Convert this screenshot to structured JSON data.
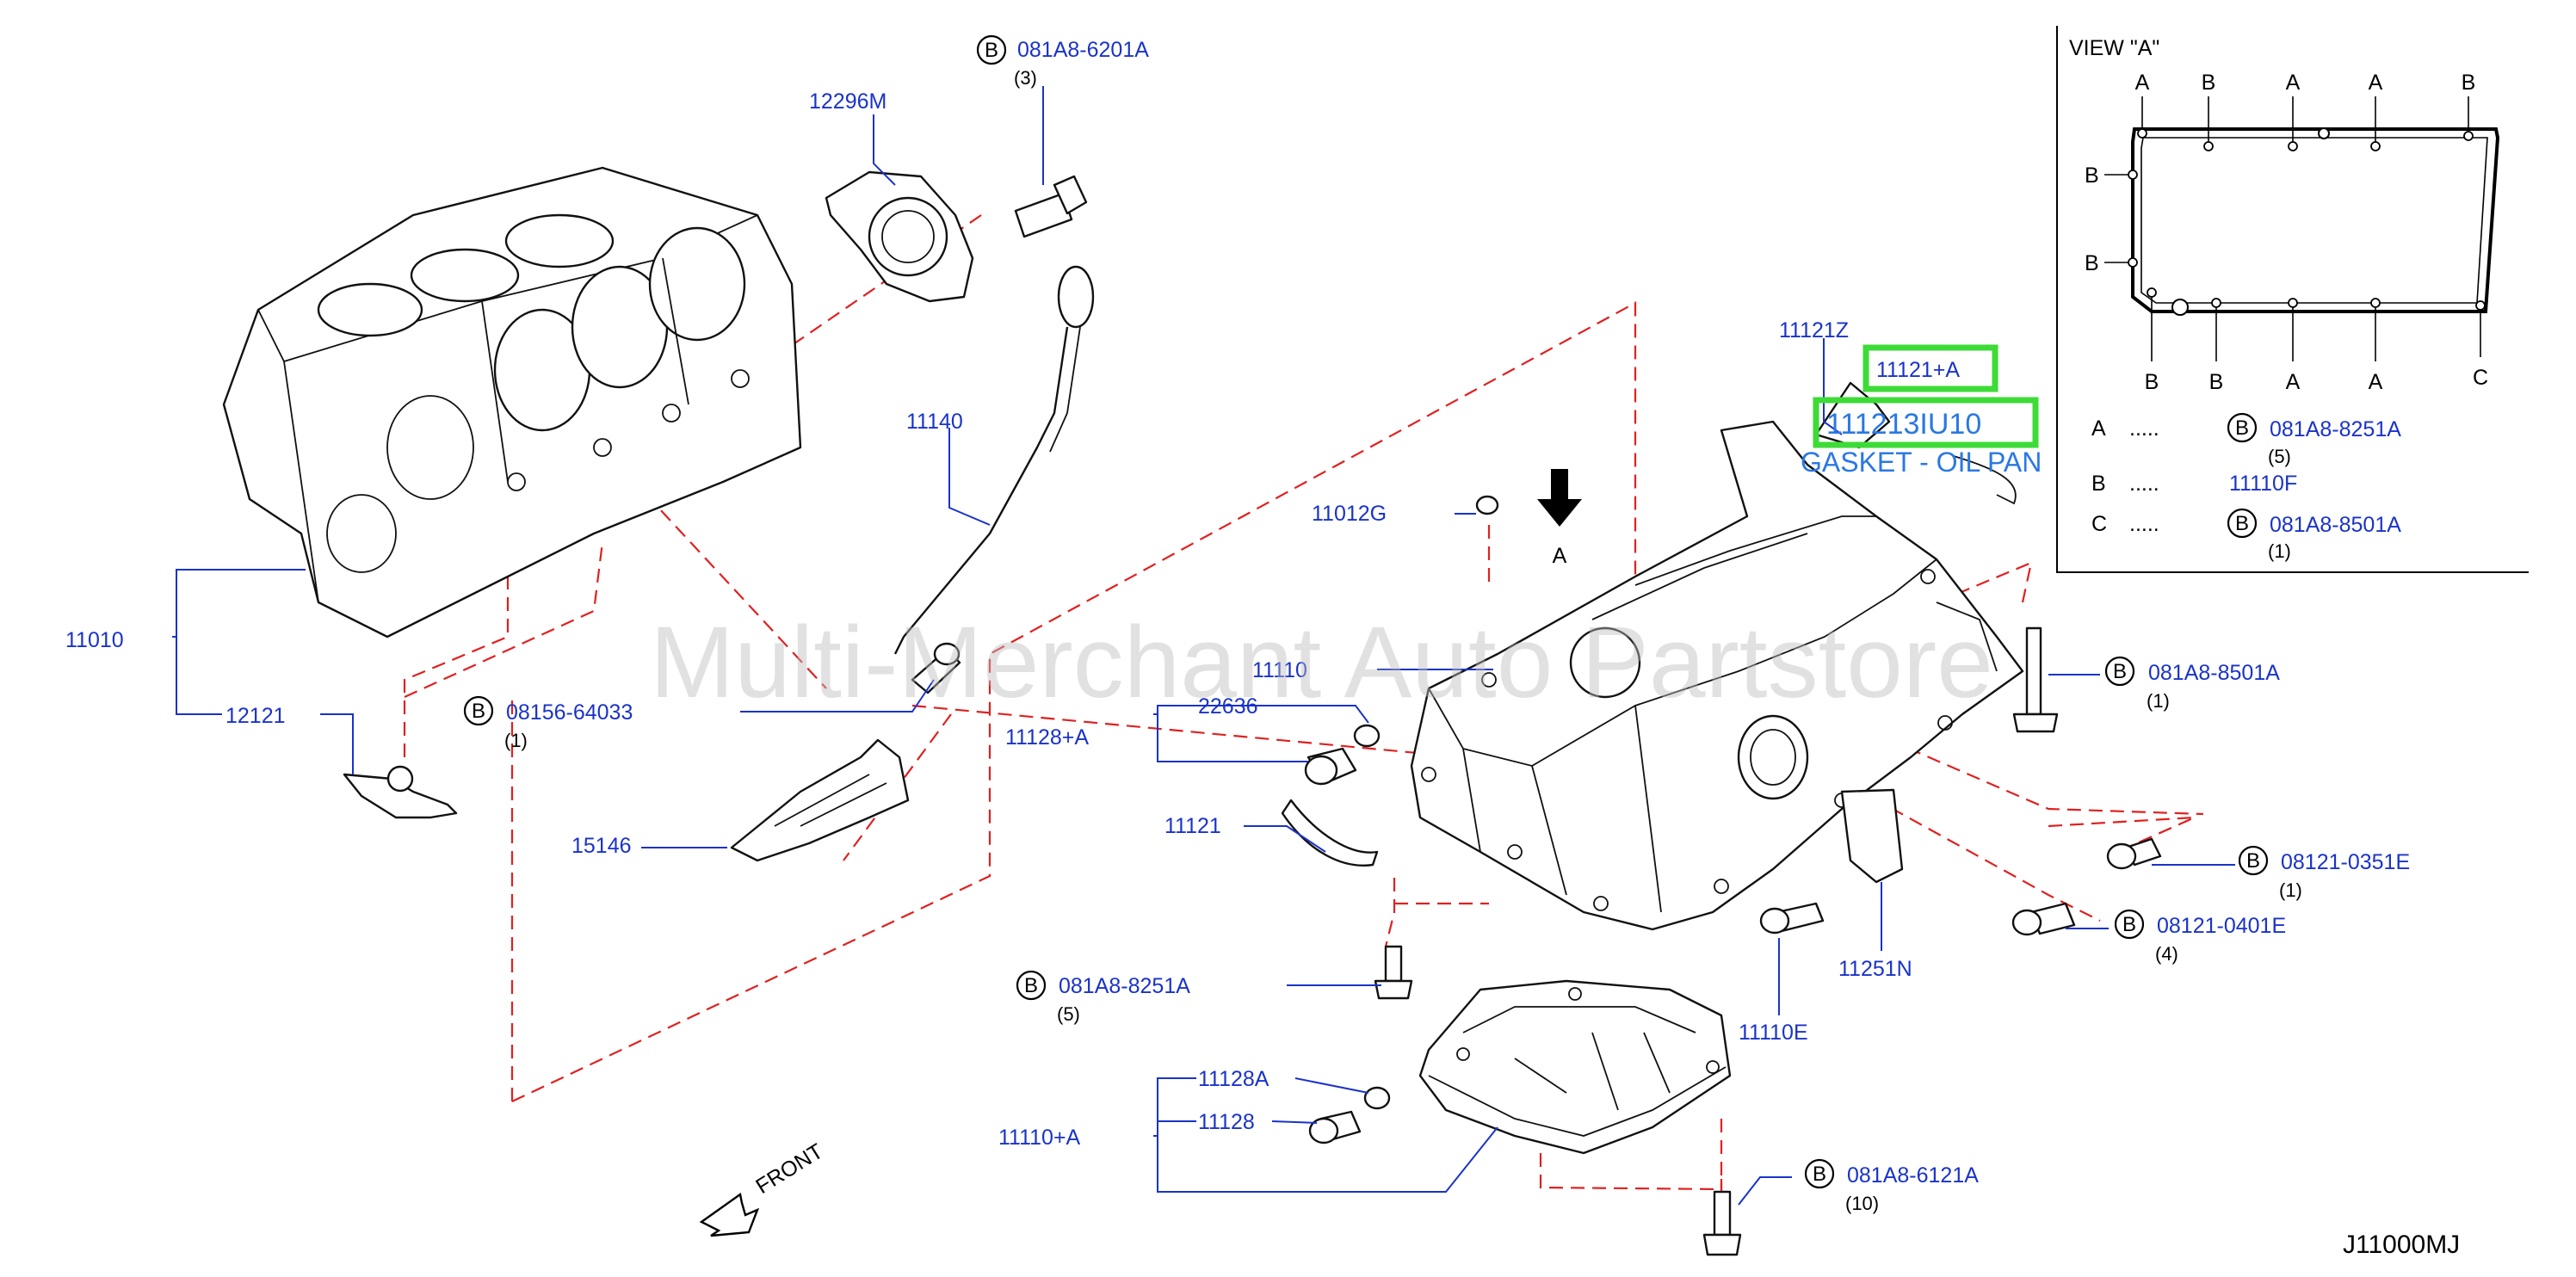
{
  "watermark": "Multi-Merchant Auto Partstore",
  "diagram_code": "J11000MJ",
  "front_label": "FRONT",
  "view_marker": "A",
  "bolt_marker": "B",
  "highlight": {
    "part_number": "111213IU10",
    "part_name": "GASKET - OIL PAN",
    "ref_label": "11121+A"
  },
  "parts": {
    "p12296m": "12296M",
    "p081a8_6201a": "081A8-6201A",
    "q3": "(3)",
    "p11140": "11140",
    "p11010": "11010",
    "p12121": "12121",
    "p08156_64033": "08156-64033",
    "q1a": "(1)",
    "p15146": "15146",
    "p11012g": "11012G",
    "p11110": "11110",
    "p22636": "22636",
    "p11128a_plus": "11128+A",
    "p11121": "11121",
    "p081a8_8251a": "081A8-8251A",
    "q5": "(5)",
    "p11128a": "11128A",
    "p11128": "11128",
    "p11110a_plus": "11110+A",
    "p11121z": "11121Z",
    "p081a8_8501a": "081A8-8501A",
    "q1b": "(1)",
    "p08121_0351e": "08121-0351E",
    "q1c": "(1)",
    "p08121_0401e": "08121-0401E",
    "q4": "(4)",
    "p11251n": "11251N",
    "p11110e": "11110E",
    "p081a8_6121a": "081A8-6121A",
    "q10": "(10)"
  },
  "view_a": {
    "title": "VIEW    \"A\"",
    "top_letters": [
      "A",
      "B",
      "A",
      "A",
      "B"
    ],
    "left_letters": [
      "B",
      "B"
    ],
    "bottom_letters": [
      "B",
      "B",
      "A",
      "A",
      "C"
    ],
    "legend": [
      {
        "key": "A",
        "dots": ".....",
        "bolt": true,
        "part": "081A8-8251A",
        "qty": "(5)"
      },
      {
        "key": "B",
        "dots": ".....",
        "bolt": false,
        "part": "11110F",
        "qty": ""
      },
      {
        "key": "C",
        "dots": ".....",
        "bolt": true,
        "part": "081A8-8501A",
        "qty": "(1)"
      }
    ]
  }
}
